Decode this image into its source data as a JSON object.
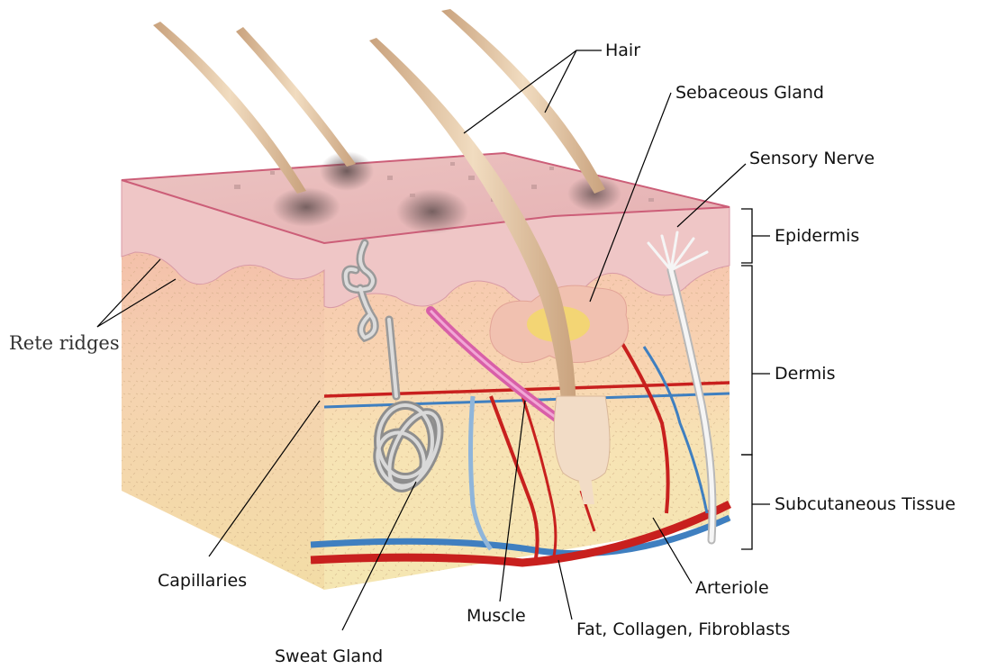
{
  "labels": {
    "hair": "Hair",
    "sebaceous_gland": "Sebaceous Gland",
    "sensory_nerve": "Sensory Nerve",
    "epidermis": "Epidermis",
    "dermis": "Dermis",
    "subcutaneous_tissue": "Subcutaneous Tissue",
    "rete_ridges": "Rete ridges",
    "capillaries": "Capillaries",
    "arteriole": "Arteriole",
    "muscle": "Muscle",
    "fat_collagen_fibroblasts": "Fat, Collagen, Fibroblasts",
    "sweat_gland": "Sweat Gland"
  },
  "colors": {
    "epidermis_top": "#e9b9b8",
    "epidermis_edge": "#cc5e78",
    "dermis": "#f6c3ad",
    "subcutaneous": "#f6e6ad",
    "artery": "#c8201e",
    "vein": "#3f7fc0",
    "hair": "#e4c7a4",
    "muscle": "#d85fa8",
    "sweat_gland": "#b9b9b9",
    "nerve": "#f4f4f4",
    "sebaceous": "#f3d86a"
  }
}
